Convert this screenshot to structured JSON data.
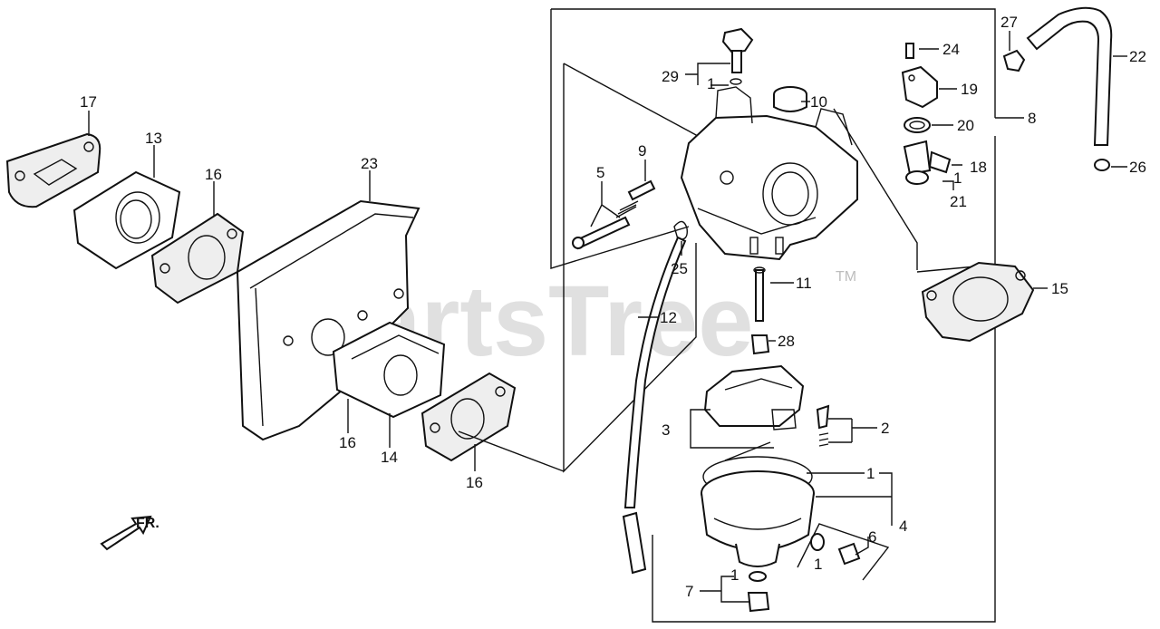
{
  "watermark": {
    "brand": "PartsTree",
    "trademark": "TM"
  },
  "direction_label": "FR.",
  "callouts": {
    "c1": "1",
    "c2": "2",
    "c3": "3",
    "c4": "4",
    "c5": "5",
    "c6": "6",
    "c7": "7",
    "c8": "8",
    "c9": "9",
    "c10": "10",
    "c11": "11",
    "c12": "12",
    "c13": "13",
    "c14": "14",
    "c15": "15",
    "c16": "16",
    "c17": "17",
    "c18": "18",
    "c19": "19",
    "c20": "20",
    "c21": "21",
    "c22": "22",
    "c23": "23",
    "c24": "24",
    "c25": "25",
    "c26": "26",
    "c27": "27",
    "c28": "28",
    "c29": "29"
  }
}
